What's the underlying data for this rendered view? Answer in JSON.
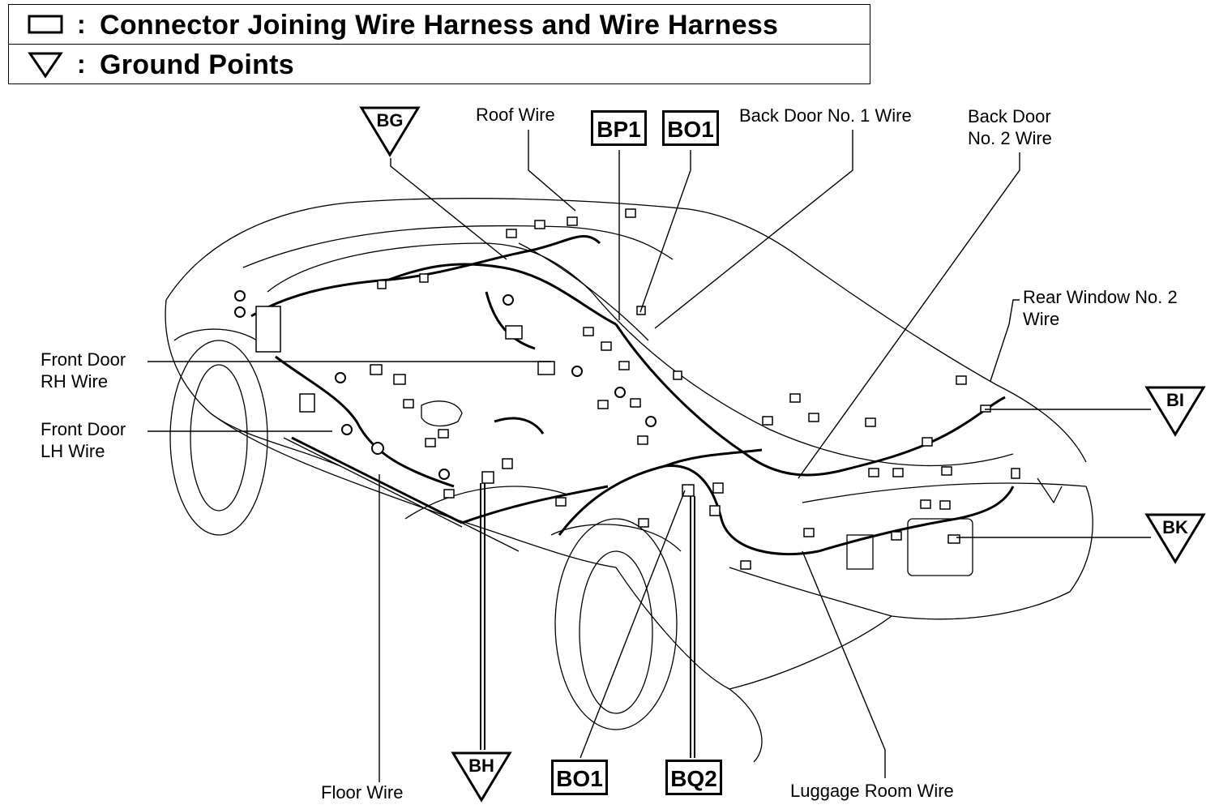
{
  "legend": {
    "connector_symbol": "rectangle",
    "connector_colon": ":",
    "connector_text": "Connector Joining Wire Harness and Wire Harness",
    "ground_symbol": "down-triangle",
    "ground_colon": ":",
    "ground_text": "Ground Points"
  },
  "wires": {
    "roof": "Roof Wire",
    "back_door_1": "Back Door No. 1 Wire",
    "back_door_2_line1": "Back Door",
    "back_door_2_line2": "No. 2 Wire",
    "rear_window_2_line1": "Rear Window No. 2",
    "rear_window_2_line2": "Wire",
    "front_door_rh_line1": "Front Door",
    "front_door_rh_line2": "RH Wire",
    "front_door_lh_line1": "Front Door",
    "front_door_lh_line2": "LH Wire",
    "floor": "Floor Wire",
    "luggage_room": "Luggage Room Wire"
  },
  "connectors": {
    "bp1": "BP1",
    "bo1_top": "BO1",
    "bo1_bottom": "BO1",
    "bq2": "BQ2"
  },
  "ground_points": {
    "bg": "BG",
    "bi": "BI",
    "bk": "BK",
    "bh": "BH"
  },
  "colors": {
    "ink": "#000000",
    "paper": "#ffffff"
  }
}
